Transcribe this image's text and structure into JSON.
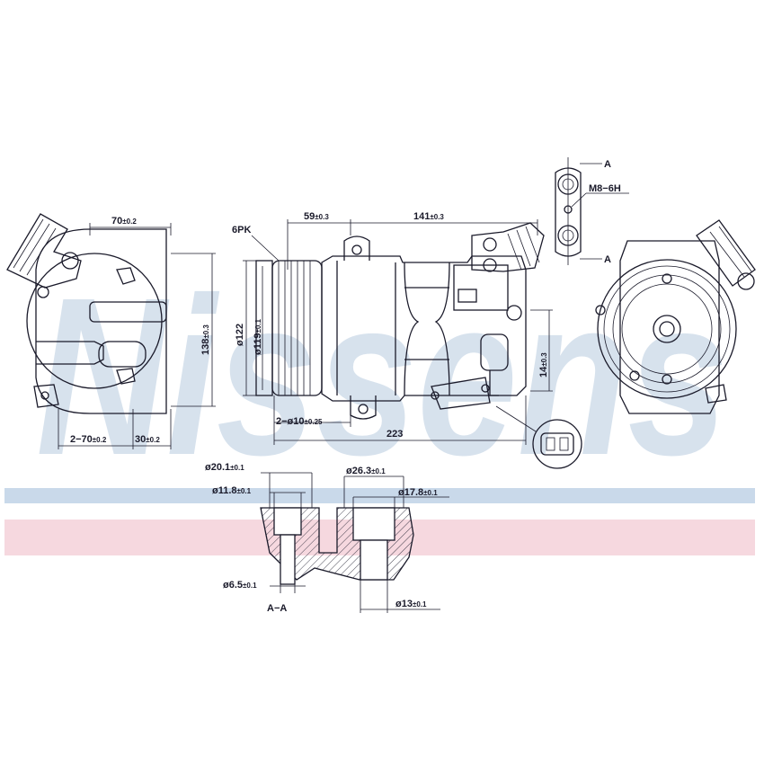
{
  "watermark": {
    "brand": "Nissens",
    "band_colors": {
      "blue": "#c9d9ea",
      "pink": "#f6d8df"
    }
  },
  "dimensions": {
    "left_view": {
      "width_top": "70",
      "width_top_tol": "±0.2",
      "height": "138",
      "height_tol": "±0.3",
      "bottom_holes": "2−70",
      "bottom_holes_tol": "±0.2",
      "bottom_offset": "30",
      "bottom_offset_tol": "±0.2"
    },
    "side_view": {
      "pulley_label": "6PK",
      "d_outer": "ø122",
      "d_inner": "ø119",
      "d_inner_tol": "±0.1",
      "len_front": "59",
      "len_front_tol": "±0.3",
      "len_rear": "141",
      "len_rear_tol": "±0.3",
      "mount_holes": "2−ø10",
      "mount_holes_tol": "±0.25",
      "total_length": "223",
      "connector_height": "14",
      "connector_height_tol": "±0.3"
    },
    "port_detail": {
      "section_marker_top": "A",
      "section_marker_bottom": "A",
      "thread": "M8−6H"
    },
    "section_aa": {
      "title": "A−A",
      "d1": "ø20.1",
      "d1_tol": "±0.1",
      "d2": "ø11.8",
      "d2_tol": "±0.1",
      "d3": "ø6.5",
      "d3_tol": "±0.1",
      "d4": "ø26.3",
      "d4_tol": "±0.1",
      "d5": "ø17.8",
      "d5_tol": "±0.1",
      "d6": "ø13",
      "d6_tol": "±0.1"
    }
  }
}
